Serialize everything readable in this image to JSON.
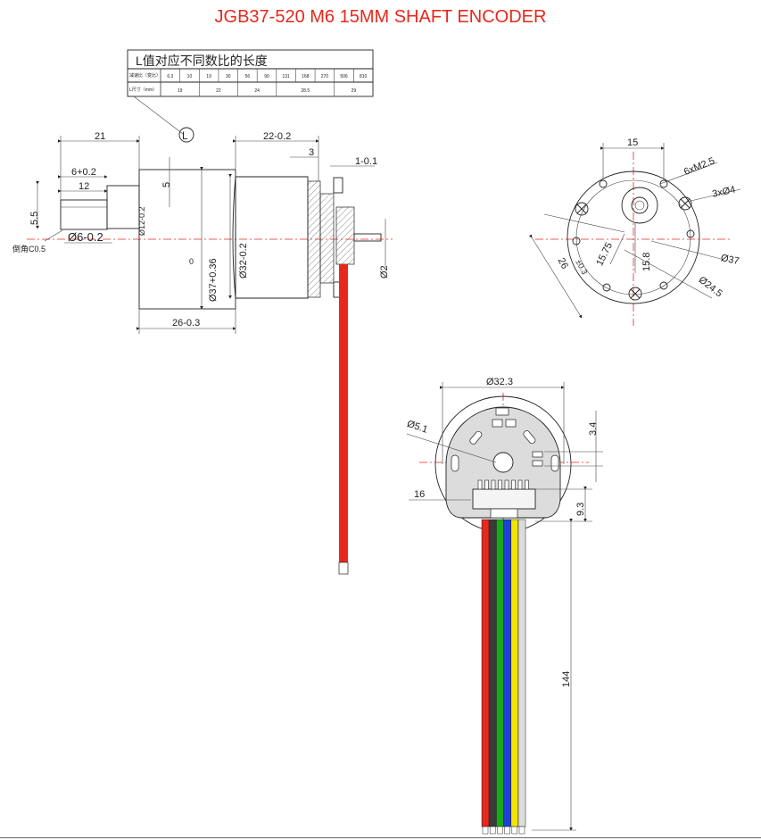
{
  "title": "JGB37-520 M6 15MM SHAFT ENCODER",
  "table": {
    "header": "L值对应不同数比的长度",
    "ratio_label": "减速比（变比）",
    "ratios": [
      "6.3",
      "10",
      "19",
      "30",
      "56",
      "90",
      "131",
      "168",
      "270",
      "506",
      "810"
    ],
    "length_label": "L尺寸（mm）",
    "lengths": [
      "19",
      "22",
      "24",
      "28.5",
      "29"
    ],
    "l_marker": "L"
  },
  "side_view": {
    "d_21": "21",
    "d_22": "22-0.2",
    "d_3": "3",
    "d_1": "1-0.1",
    "d_6": "6+0.2",
    "d_12": "12",
    "d_5": "5",
    "d_55": "5.5",
    "d_dia12": "Ø12-0.2",
    "d_dia6": "Ø6-0.2",
    "d_dia37": "Ø37+0.36",
    "d_dia37_low": "0",
    "d_dia32": "Ø32-0.2",
    "d_dia2": "Ø2",
    "d_26": "26-0.3",
    "chamfer": "倒角C0.5"
  },
  "front_view": {
    "d_15": "15",
    "d_m25": "6xM2.5",
    "d_m4": "3xØ4",
    "d_1575": "15.75",
    "d_158": "15.8",
    "d_26": "26",
    "d_26_tol": "±0.3",
    "d_37": "Ø37",
    "d_245": "Ø24.5"
  },
  "encoder_view": {
    "d_323": "Ø32.3",
    "d_51": "Ø5.1",
    "d_34": "3.4",
    "d_16": "16",
    "d_93": "9.3",
    "d_144": "144",
    "wire_colors": [
      "#e8281c",
      "#3a3a3a",
      "#1aa81a",
      "#1e3fd8",
      "#f5e400",
      "#dddddd"
    ]
  }
}
